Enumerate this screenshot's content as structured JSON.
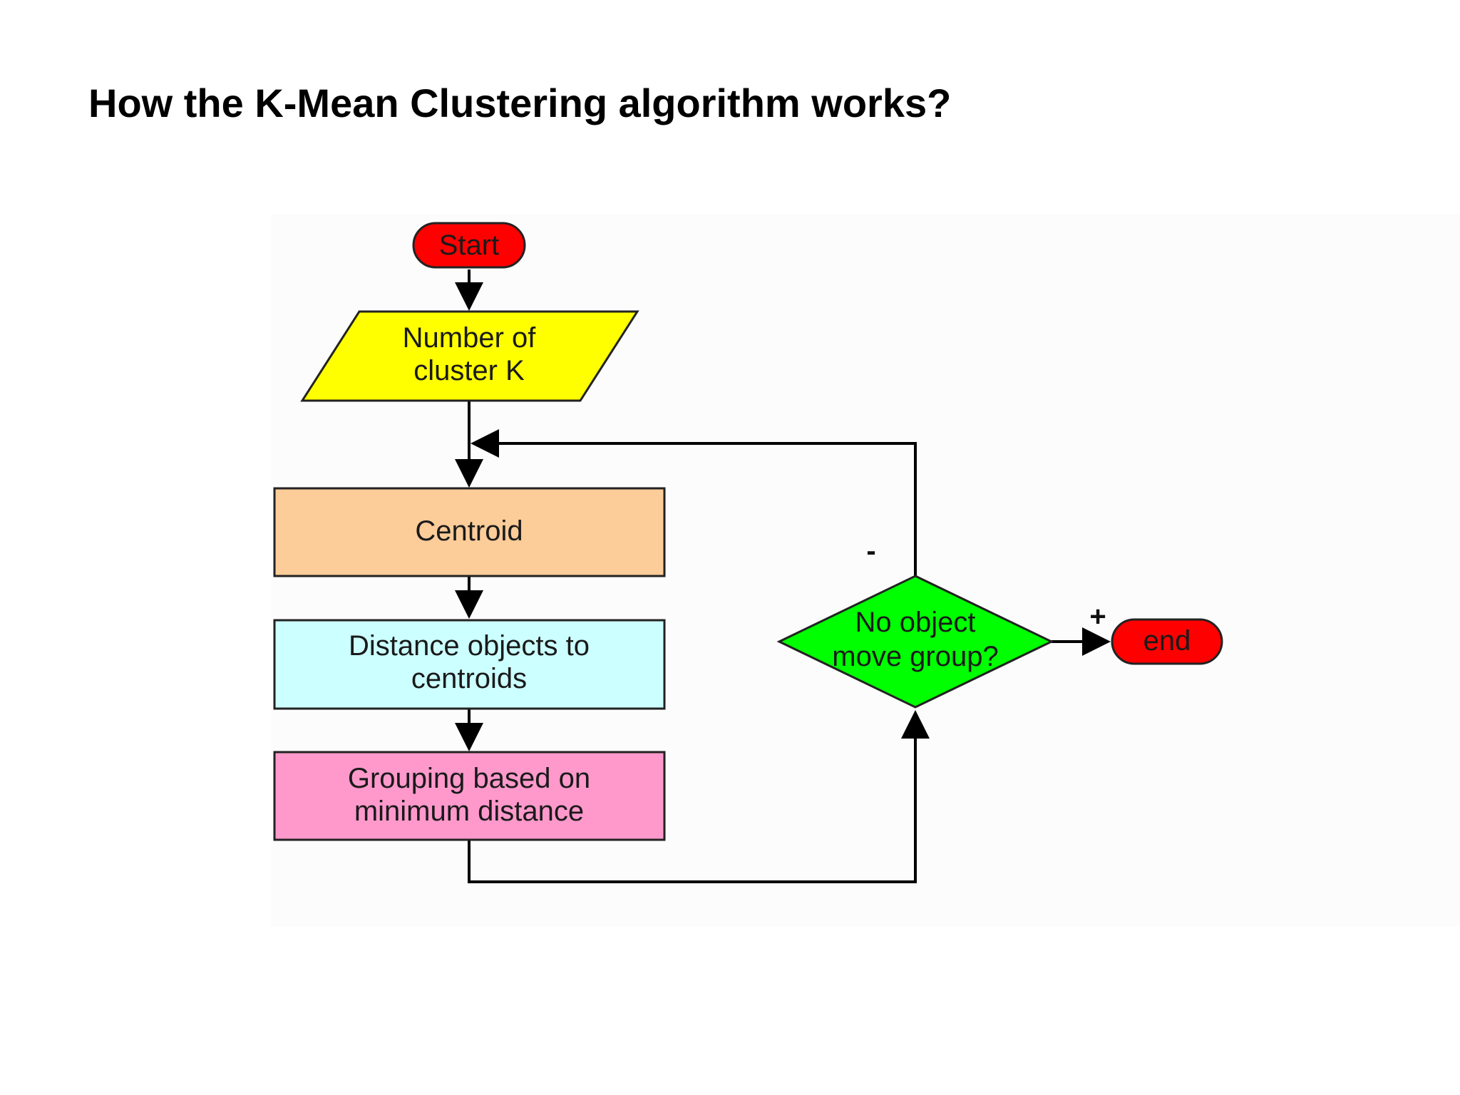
{
  "title": "How the K-Mean Clustering algorithm works?",
  "nodes": {
    "start": {
      "label": "Start",
      "fill": "#ff0000"
    },
    "input": {
      "lines": [
        "Number of",
        "cluster K"
      ],
      "fill": "#ffff00"
    },
    "centroid": {
      "label": "Centroid",
      "fill": "#fccc99"
    },
    "distance": {
      "lines": [
        "Distance objects to",
        "centroids"
      ],
      "fill": "#ccffff"
    },
    "grouping": {
      "lines": [
        "Grouping based on",
        "minimum distance"
      ],
      "fill": "#ff99cc"
    },
    "decision": {
      "lines": [
        "No object",
        "move group?"
      ],
      "fill": "#00ff00"
    },
    "end": {
      "label": "end",
      "fill": "#ff0000"
    }
  },
  "branches": {
    "no_label": "-",
    "yes_label": "+"
  }
}
